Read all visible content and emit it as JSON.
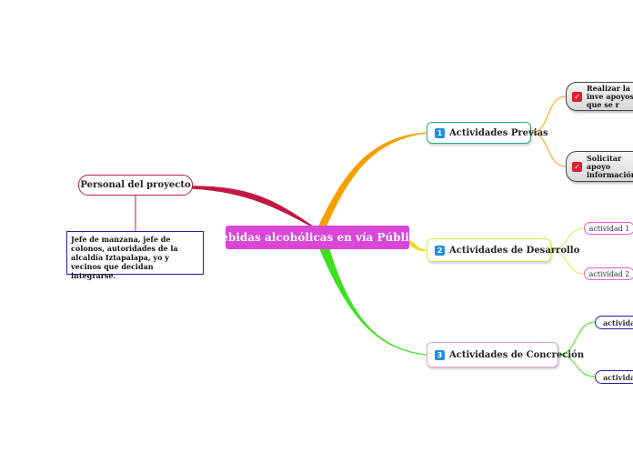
{
  "central": {
    "label": "Bebidas alcohólicas en vía Pública"
  },
  "branches": {
    "previas": {
      "number": "1",
      "label": "Actividades Previas",
      "tasks": [
        {
          "label": "Realizar la inve apoyos que se r"
        },
        {
          "label": "Solicitar apoyo información"
        }
      ]
    },
    "desarrollo": {
      "number": "2",
      "label": "Actividades de Desarrollo",
      "items": [
        "actividad 1",
        "actividad 2"
      ]
    },
    "concrecion": {
      "number": "3",
      "label": "Actividades de Concreción",
      "items": [
        "actividad",
        "actividad"
      ]
    },
    "personal": {
      "label": "Personal del proyecto",
      "note": "Jefe de manzana, jefe de colonos, autoridades de la alcaldía Iztapalapa, yo y vecinos que decidan integrarse."
    }
  },
  "colors": {
    "central": "#d946d8",
    "previas_link": "#f5a000",
    "desarrollo_link": "#e8e020",
    "concrecion_link": "#40e020",
    "personal_link": "#c01840",
    "check": "#e0202e",
    "badge": "#1f8fe0"
  },
  "icons": {
    "task": "check-icon",
    "branch": "number-badge-icon"
  }
}
